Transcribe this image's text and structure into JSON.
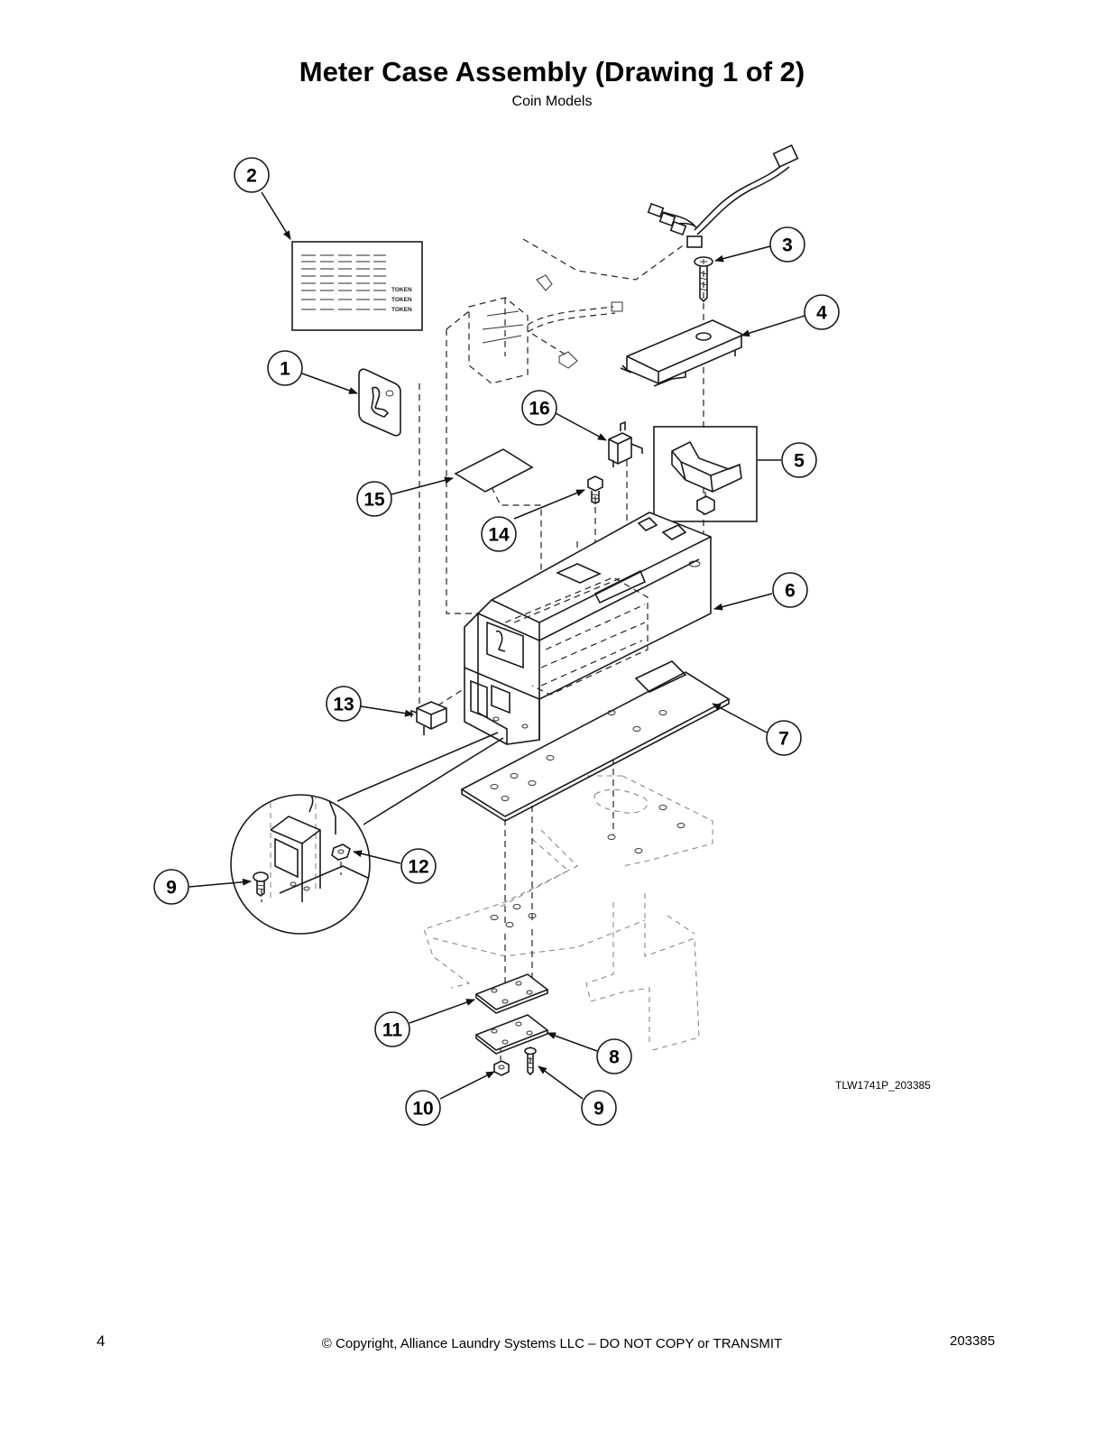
{
  "header": {
    "title": "Meter Case Assembly (Drawing 1 of 2)",
    "subtitle": "Coin Models"
  },
  "diagram": {
    "decal_labels": [
      "TOKEN",
      "TOKEN",
      "TOKEN"
    ],
    "drawing_code": "TLW1741P_203385",
    "callouts": [
      {
        "id": "c2",
        "number": "2"
      },
      {
        "id": "c3",
        "number": "3"
      },
      {
        "id": "c4",
        "number": "4"
      },
      {
        "id": "c1",
        "number": "1"
      },
      {
        "id": "c16",
        "number": "16"
      },
      {
        "id": "c5",
        "number": "5"
      },
      {
        "id": "c15",
        "number": "15"
      },
      {
        "id": "c14",
        "number": "14"
      },
      {
        "id": "c6",
        "number": "6"
      },
      {
        "id": "c13",
        "number": "13"
      },
      {
        "id": "c7",
        "number": "7"
      },
      {
        "id": "c12",
        "number": "12"
      },
      {
        "id": "c9a",
        "number": "9"
      },
      {
        "id": "c11",
        "number": "11"
      },
      {
        "id": "c8",
        "number": "8"
      },
      {
        "id": "c10",
        "number": "10"
      },
      {
        "id": "c9b",
        "number": "9"
      }
    ]
  },
  "footer": {
    "page_number": "4",
    "copyright": "© Copyright, Alliance Laundry Systems LLC – DO NOT COPY or TRANSMIT",
    "document_number": "203385"
  }
}
